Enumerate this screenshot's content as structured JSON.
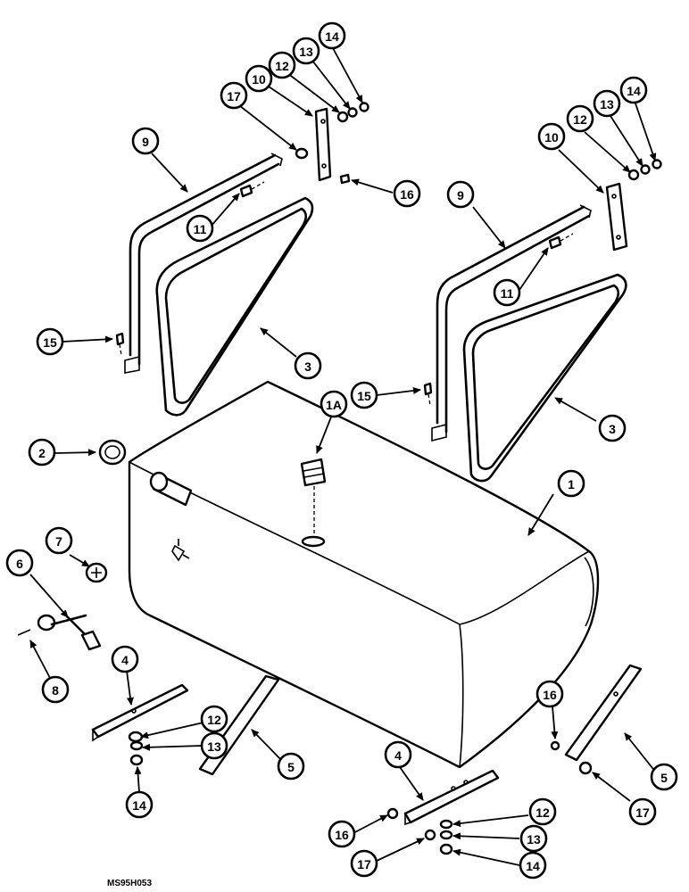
{
  "figure_code": "MS95H053",
  "callouts": [
    "1",
    "1A",
    "2",
    "3",
    "4",
    "5",
    "6",
    "7",
    "8",
    "9",
    "10",
    "11",
    "12",
    "13",
    "14",
    "15",
    "16",
    "17"
  ]
}
